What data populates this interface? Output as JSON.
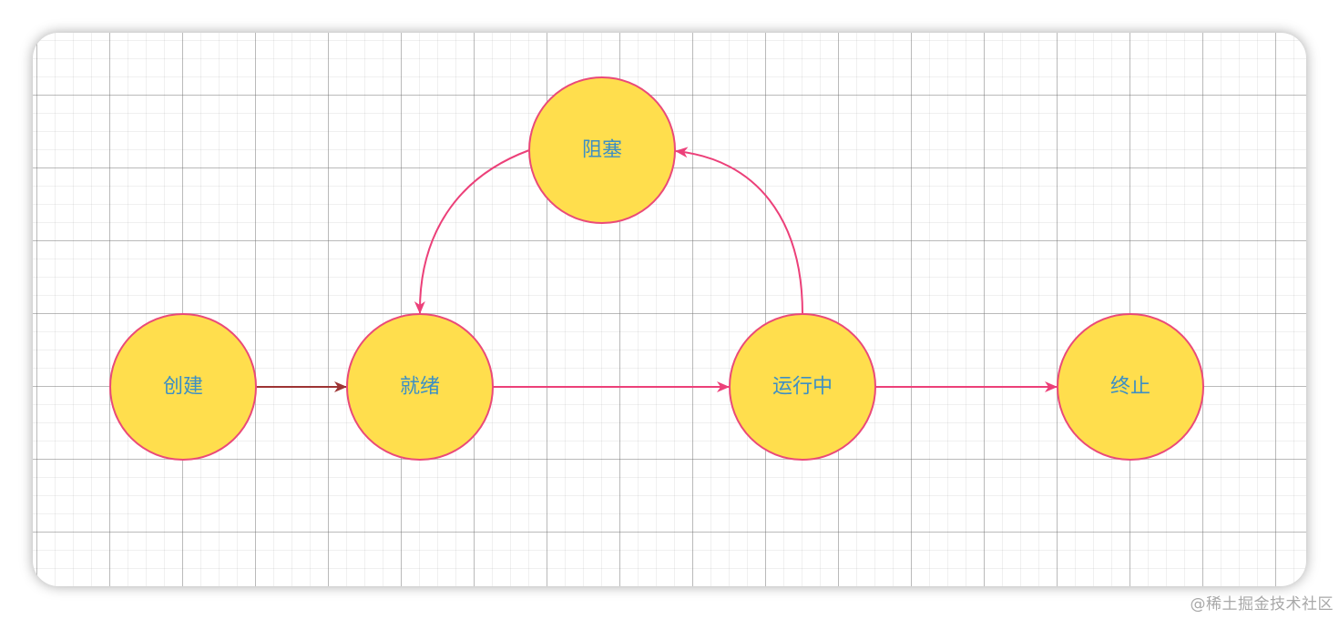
{
  "nodes": {
    "create": "创建",
    "ready": "就绪",
    "blocked": "阻塞",
    "running": "运行中",
    "terminated": "终止"
  },
  "edges": [
    {
      "from": "创建",
      "to": "就绪"
    },
    {
      "from": "就绪",
      "to": "运行中"
    },
    {
      "from": "运行中",
      "to": "终止"
    },
    {
      "from": "运行中",
      "to": "阻塞"
    },
    {
      "from": "阻塞",
      "to": "就绪"
    }
  ],
  "colors": {
    "node_fill": "#ffde4d",
    "node_stroke": "#ea4a79",
    "label_text": "#3d8fc4",
    "edge_pink": "#ec4079",
    "edge_dark": "#9d3434"
  },
  "watermark": "@稀土掘金技术社区"
}
